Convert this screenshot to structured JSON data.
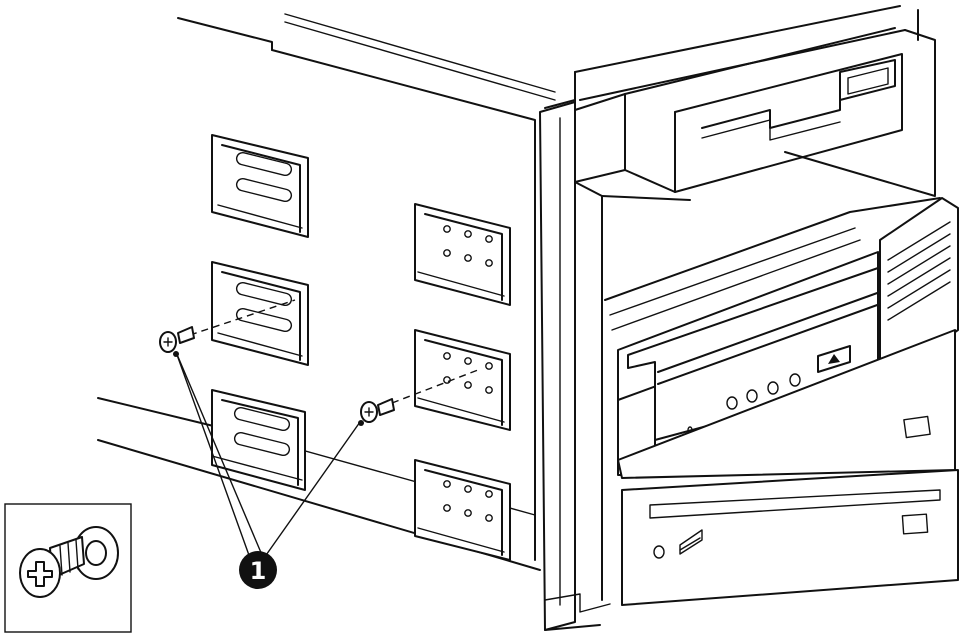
{
  "figure": {
    "callout": {
      "label": "1",
      "fill_color": "#111111",
      "text_color": "#ffffff"
    },
    "inset": {
      "content": "screw-with-washer"
    },
    "parts": [
      "chassis-side-panel",
      "drive-bay-frame",
      "floppy-drive",
      "tape-drive",
      "optical-drive",
      "mounting-screw",
      "mounting-screw"
    ],
    "colors": {
      "stroke": "#111111",
      "background": "#ffffff"
    }
  }
}
